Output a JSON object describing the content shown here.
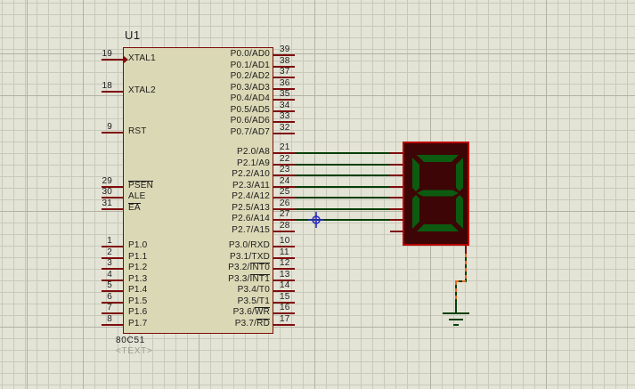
{
  "colors": {
    "canvas_bg": "#E3E3D6",
    "grid_minor": "#C9C9BB",
    "grid_major": "#B2B2A4",
    "chip_fill": "#DBD8B6",
    "chip_border": "#7E0C0C",
    "pin_red": "#7E0C0C",
    "wire_green": "#063F06",
    "text_dark": "#1C1C1C",
    "text_gray": "#9D9D92",
    "display_body": "#3D0505",
    "display_border": "#B80000",
    "segment_off_green": "#0C5B10",
    "dash_orange": "#E86418",
    "cursor_blue": "#2A2AC0"
  },
  "chip": {
    "reference": "U1",
    "value": "80C51",
    "text_placeholder": "<TEXT>",
    "left_pins": [
      {
        "num": "19",
        "pre": "XTAL1",
        "ovl": "",
        "clock": true
      },
      {
        "num": "18",
        "pre": "XTAL2",
        "ovl": ""
      },
      {
        "num": "9",
        "pre": "RST",
        "ovl": ""
      },
      {
        "num": "29",
        "pre": "",
        "ovl": "PSEN"
      },
      {
        "num": "30",
        "pre": "ALE",
        "ovl": ""
      },
      {
        "num": "31",
        "pre": "",
        "ovl": "EA"
      },
      {
        "num": "1",
        "pre": "P1.0",
        "ovl": ""
      },
      {
        "num": "2",
        "pre": "P1.1",
        "ovl": ""
      },
      {
        "num": "3",
        "pre": "P1.2",
        "ovl": ""
      },
      {
        "num": "4",
        "pre": "P1.3",
        "ovl": ""
      },
      {
        "num": "5",
        "pre": "P1.4",
        "ovl": ""
      },
      {
        "num": "6",
        "pre": "P1.5",
        "ovl": ""
      },
      {
        "num": "7",
        "pre": "P1.6",
        "ovl": ""
      },
      {
        "num": "8",
        "pre": "P1.7",
        "ovl": ""
      }
    ],
    "right_pins": [
      {
        "num": "39",
        "pre": "P0.0/AD0",
        "ovl": ""
      },
      {
        "num": "38",
        "pre": "P0.1/AD1",
        "ovl": ""
      },
      {
        "num": "37",
        "pre": "P0.2/AD2",
        "ovl": ""
      },
      {
        "num": "36",
        "pre": "P0.3/AD3",
        "ovl": ""
      },
      {
        "num": "35",
        "pre": "P0.4/AD4",
        "ovl": ""
      },
      {
        "num": "34",
        "pre": "P0.5/AD5",
        "ovl": ""
      },
      {
        "num": "33",
        "pre": "P0.6/AD6",
        "ovl": ""
      },
      {
        "num": "32",
        "pre": "P0.7/AD7",
        "ovl": ""
      },
      {
        "num": "21",
        "pre": "P2.0/A8",
        "ovl": "",
        "connected": true
      },
      {
        "num": "22",
        "pre": "P2.1/A9",
        "ovl": "",
        "connected": true
      },
      {
        "num": "23",
        "pre": "P2.2/A10",
        "ovl": "",
        "connected": true
      },
      {
        "num": "24",
        "pre": "P2.3/A11",
        "ovl": "",
        "connected": true
      },
      {
        "num": "25",
        "pre": "P2.4/A12",
        "ovl": "",
        "connected": true
      },
      {
        "num": "26",
        "pre": "P2.5/A13",
        "ovl": "",
        "connected": true
      },
      {
        "num": "27",
        "pre": "P2.6/A14",
        "ovl": "",
        "connected": true
      },
      {
        "num": "28",
        "pre": "P2.7/A15",
        "ovl": "",
        "connected": false
      },
      {
        "num": "10",
        "pre": "P3.0/RXD",
        "ovl": ""
      },
      {
        "num": "11",
        "pre": "P3.1/TXD",
        "ovl": ""
      },
      {
        "num": "12",
        "pre": "P3.2/",
        "ovl": "INT0"
      },
      {
        "num": "13",
        "pre": "P3.3/",
        "ovl": "INT1"
      },
      {
        "num": "14",
        "pre": "P3.4/T0",
        "ovl": ""
      },
      {
        "num": "15",
        "pre": "P3.5/T1",
        "ovl": ""
      },
      {
        "num": "16",
        "pre": "P3.6/",
        "ovl": "WR"
      },
      {
        "num": "17",
        "pre": "P3.7/",
        "ovl": "RD"
      }
    ]
  },
  "display": {
    "kind": "7-segment LED display, green, common pin at bottom",
    "digit_shown": "8",
    "segments_state": "all segments dark (off)",
    "left_pin_count": 8
  },
  "nets": {
    "p2_bus_wires": 7,
    "p2_bus_description": "U1 pins 21-27 (P2.0/A8 - P2.6/A14) wired to the 7-segment display segment pins",
    "common_net_description": "display common pin routed down to ground symbol, route shown dash-highlighted"
  },
  "cursor": {
    "type": "crosshair"
  }
}
